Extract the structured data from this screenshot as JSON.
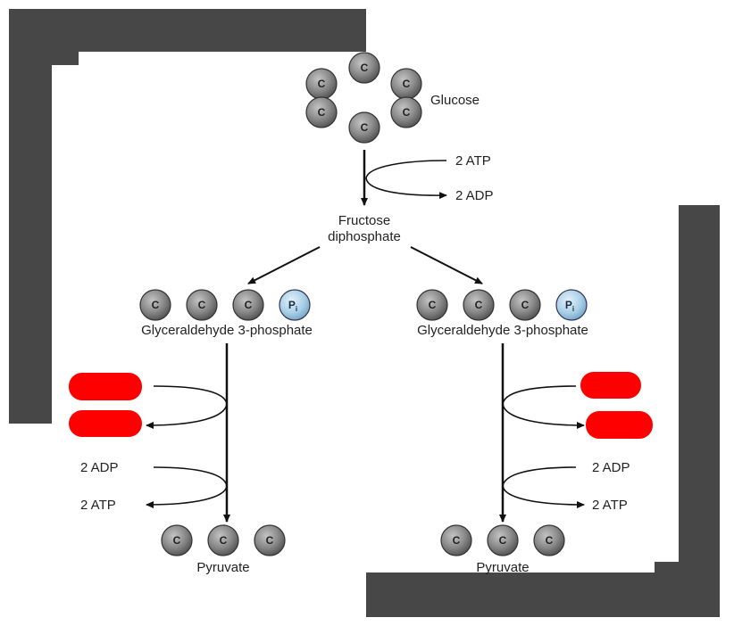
{
  "molecules": {
    "glucose": "Glucose",
    "fructose_line1": "Fructose",
    "fructose_line2": "diphosphate",
    "g3p_left": "Glyceraldehyde 3-phosphate",
    "g3p_right": "Glyceraldehyde 3-phosphate",
    "pyruvate_left": "Pyruvate",
    "pyruvate_right": "Pyruvate"
  },
  "energy": {
    "top_atp_in": "2 ATP",
    "top_adp_out": "2 ADP",
    "left_adp_in": "2 ADP",
    "left_atp_out": "2 ATP",
    "right_adp_in": "2 ADP",
    "right_atp_out": "2 ATP"
  },
  "atoms": {
    "carbon": "C",
    "phosphate": "P",
    "phosphate_sub": "i"
  },
  "colors": {
    "frame": "#474747",
    "carbon_fill": "#8a8a8a",
    "phosphate_fill": "#a9cfe6",
    "redaction": "#ff0000",
    "line": "#111111"
  }
}
